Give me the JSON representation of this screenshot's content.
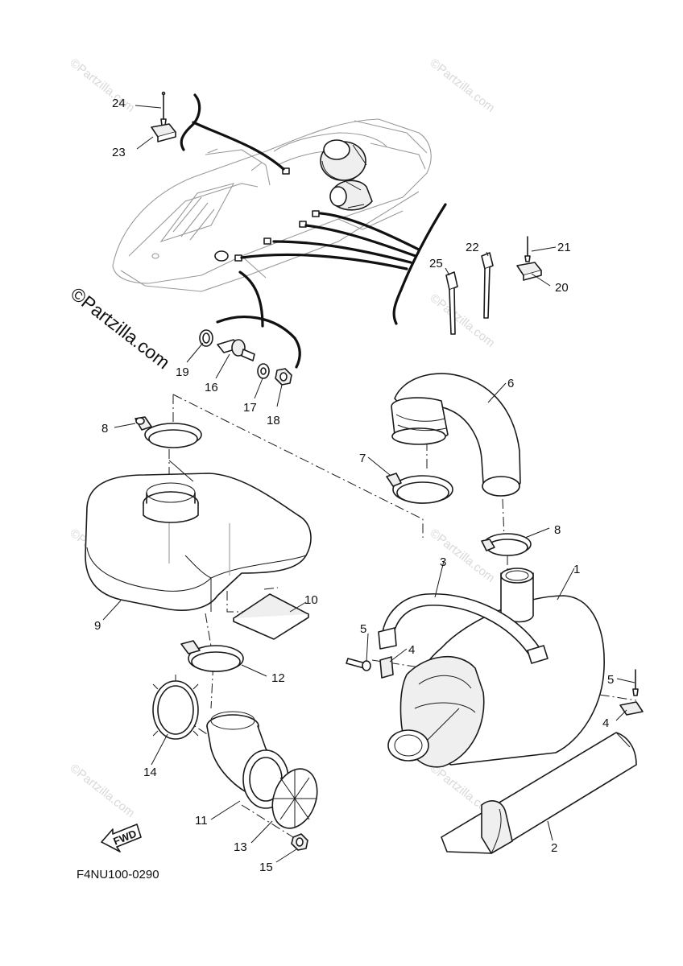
{
  "watermark": {
    "text": "©Partzilla.com"
  },
  "brand_logo": {
    "text": "©Partzilla.com"
  },
  "diagram_code": "F4NU100-0290",
  "direction_arrow": {
    "label": "FWD"
  },
  "callouts": [
    {
      "id": "c24",
      "label": "24"
    },
    {
      "id": "c23",
      "label": "23"
    },
    {
      "id": "c22",
      "label": "22"
    },
    {
      "id": "c21",
      "label": "21"
    },
    {
      "id": "c25",
      "label": "25"
    },
    {
      "id": "c20",
      "label": "20"
    },
    {
      "id": "c19",
      "label": "19"
    },
    {
      "id": "c16",
      "label": "16"
    },
    {
      "id": "c17",
      "label": "17"
    },
    {
      "id": "c18",
      "label": "18"
    },
    {
      "id": "c6",
      "label": "6"
    },
    {
      "id": "c8a",
      "label": "8"
    },
    {
      "id": "c7",
      "label": "7"
    },
    {
      "id": "c8b",
      "label": "8"
    },
    {
      "id": "c3",
      "label": "3"
    },
    {
      "id": "c1",
      "label": "1"
    },
    {
      "id": "c10",
      "label": "10"
    },
    {
      "id": "c9",
      "label": "9"
    },
    {
      "id": "c5a",
      "label": "5"
    },
    {
      "id": "c4a",
      "label": "4"
    },
    {
      "id": "c12",
      "label": "12"
    },
    {
      "id": "c5b",
      "label": "5"
    },
    {
      "id": "c4b",
      "label": "4"
    },
    {
      "id": "c14",
      "label": "14"
    },
    {
      "id": "c11",
      "label": "11"
    },
    {
      "id": "c13",
      "label": "13"
    },
    {
      "id": "c2",
      "label": "2"
    },
    {
      "id": "c15",
      "label": "15"
    }
  ]
}
